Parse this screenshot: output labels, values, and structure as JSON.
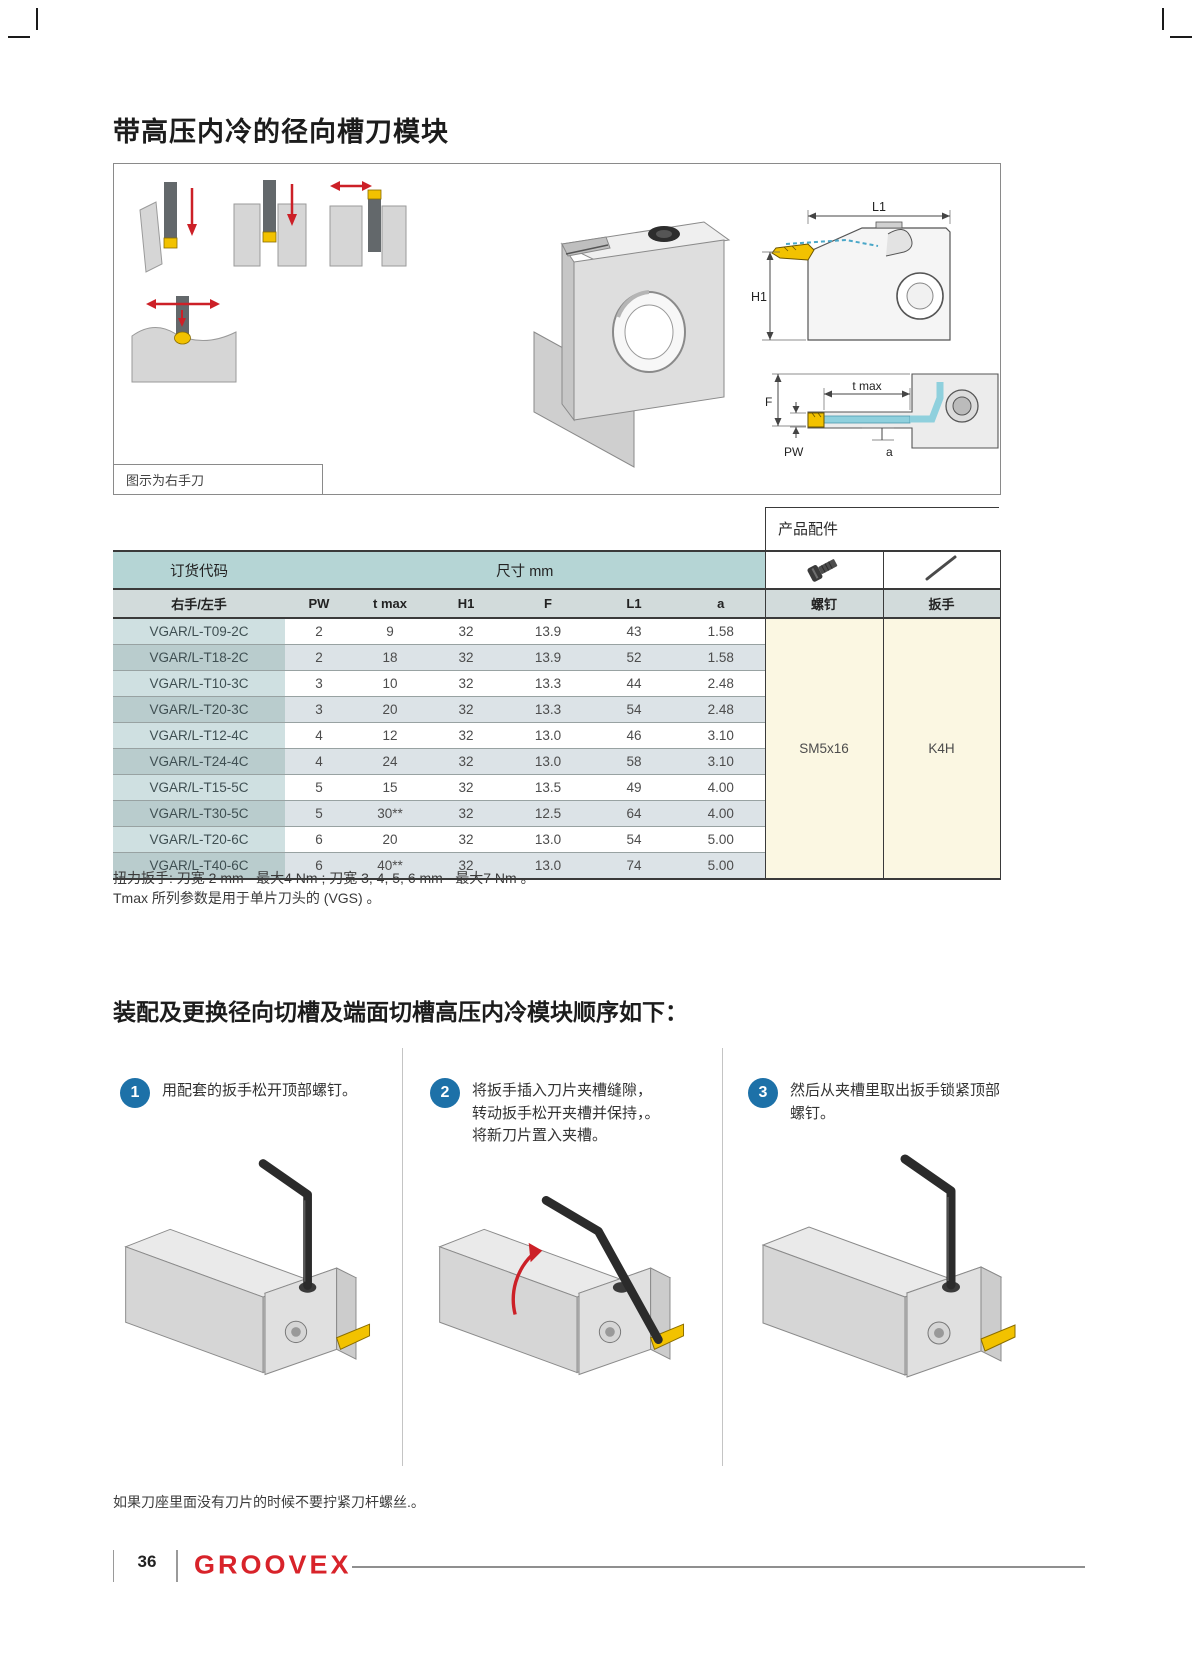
{
  "doc": {
    "title": "带高压内冷的径向槽刀模块",
    "figure": {
      "caption": "图示为右手刀",
      "dims": {
        "L1": "L1",
        "H1": "H1",
        "F": "F",
        "t_max": "t max",
        "PW": "PW",
        "a": "a"
      }
    },
    "accessories": {
      "header": "产品配件",
      "screw_label": "螺钉",
      "wrench_label": "扳手",
      "screw_value": "SM5x16",
      "wrench_value": "K4H"
    },
    "table": {
      "order_code_header": "订货代码",
      "dimensions_header": "尺寸 mm",
      "sub_headers": [
        "右手/左手",
        "PW",
        "t max",
        "H1",
        "F",
        "L1",
        "a"
      ],
      "rows": [
        [
          "VGAR/L-T09-2C",
          "2",
          "9",
          "32",
          "13.9",
          "43",
          "1.58"
        ],
        [
          "VGAR/L-T18-2C",
          "2",
          "18",
          "32",
          "13.9",
          "52",
          "1.58"
        ],
        [
          "VGAR/L-T10-3C",
          "3",
          "10",
          "32",
          "13.3",
          "44",
          "2.48"
        ],
        [
          "VGAR/L-T20-3C",
          "3",
          "20",
          "32",
          "13.3",
          "54",
          "2.48"
        ],
        [
          "VGAR/L-T12-4C",
          "4",
          "12",
          "32",
          "13.0",
          "46",
          "3.10"
        ],
        [
          "VGAR/L-T24-4C",
          "4",
          "24",
          "32",
          "13.0",
          "58",
          "3.10"
        ],
        [
          "VGAR/L-T15-5C",
          "5",
          "15",
          "32",
          "13.5",
          "49",
          "4.00"
        ],
        [
          "VGAR/L-T30-5C",
          "5",
          "30**",
          "32",
          "12.5",
          "64",
          "4.00"
        ],
        [
          "VGAR/L-T20-6C",
          "6",
          "20",
          "32",
          "13.0",
          "54",
          "5.00"
        ],
        [
          "VGAR/L-T40-6C",
          "6",
          "40**",
          "32",
          "13.0",
          "74",
          "5.00"
        ]
      ]
    },
    "notes": [
      "扭力扳手: 刀宽 2 mm - 最大4 Nm ; 刀宽 3, 4, 5, 6 mm - 最大7 Nm 。",
      "Tmax 所列参数是用于单片刀头的 (VGS) 。"
    ],
    "assembly": {
      "title": "装配及更换径向切槽及端面切槽高压内冷模块顺序如下：",
      "steps": [
        {
          "num": "1",
          "text": "用配套的扳手松开顶部螺钉。"
        },
        {
          "num": "2",
          "text": "将扳手插入刀片夹槽缝隙，\n转动扳手松开夹槽并保持，。\n将新刀片置入夹槽。"
        },
        {
          "num": "3",
          "text": "然后从夹槽里取出扳手锁紧顶部\n螺钉。"
        }
      ]
    },
    "footer": {
      "note": "如果刀座里面没有刀片的时候不要拧紧刀杆螺丝.。",
      "page_number": "36",
      "brand": "GROOVEX"
    },
    "colors": {
      "header_teal": "#b5d5d5",
      "subheader_gray": "#d2dbdb",
      "row_alt": "#dce3e7",
      "code_col": "#cfe0e1",
      "code_col_alt": "#b9cccd",
      "accessory_yellow": "#fbf7e2",
      "step_blue": "#1d71a8",
      "brand_red": "#d8232a",
      "arrow_red": "#cc2027",
      "insert_yellow": "#f2c200",
      "coolant_blue": "#8fd0dd"
    }
  }
}
